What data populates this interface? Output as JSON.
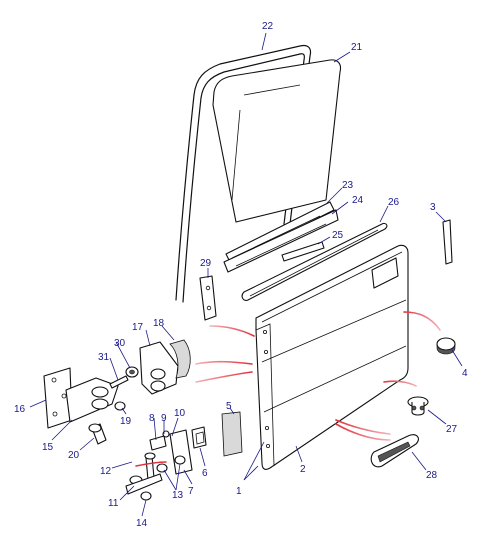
{
  "colors": {
    "ink": "#111111",
    "callout": "#1a1a8c",
    "arrow_red": "#e0303a",
    "arrow_pink": "#f0a0a8"
  },
  "callouts": {
    "c1": "1",
    "c2": "2",
    "c3": "3",
    "c4": "4",
    "c5": "5",
    "c6": "6",
    "c7": "7",
    "c8": "8",
    "c9": "9",
    "c10": "10",
    "c11": "11",
    "c12": "12",
    "c13": "13",
    "c14": "14",
    "c15": "15",
    "c16": "16",
    "c17": "17",
    "c18": "18",
    "c19": "19",
    "c20": "20",
    "c21": "21",
    "c22": "22",
    "c23": "23",
    "c24": "24",
    "c25": "25",
    "c26": "26",
    "c27": "27",
    "c28": "28",
    "c29": "29",
    "c30": "30",
    "c31": "31"
  }
}
